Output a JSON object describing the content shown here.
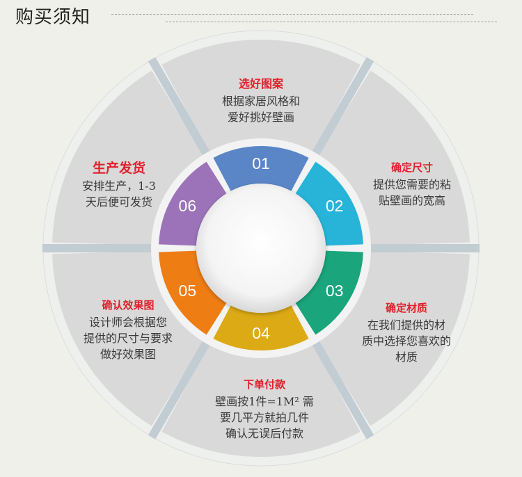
{
  "page": {
    "title": "购买须知"
  },
  "steps": [
    {
      "num": "01",
      "title": "选好图案",
      "lines": [
        "根据家居风格和",
        "爱好挑好壁画"
      ],
      "color": "#5a86c8"
    },
    {
      "num": "02",
      "title": "确定尺寸",
      "lines": [
        "提供您需要的粘",
        "贴壁画的宽高"
      ],
      "color": "#27b4d8"
    },
    {
      "num": "03",
      "title": "确定材质",
      "lines": [
        "在我们提供的材",
        "质中选择您喜欢的",
        "材质"
      ],
      "color": "#1aa57c"
    },
    {
      "num": "04",
      "title": "下单付款",
      "lines": [
        "壁画按1件=1M² 需",
        "要几平方就拍几件",
        "确认无误后付款"
      ],
      "color": "#dcaa14"
    },
    {
      "num": "05",
      "title": "确认效果图",
      "lines": [
        "设计师会根据您",
        "提供的尺寸与要求",
        "做好效果图"
      ],
      "color": "#ee7d14"
    },
    {
      "num": "06",
      "title": "生产发货",
      "lines": [
        "安排生产，1-3",
        "天后便可发货"
      ],
      "color": "#9c73b9"
    }
  ],
  "colors": {
    "segment_fill": "#d9d9d9",
    "outer_ring": "#eef0ee",
    "spoke": "#c2ccd3",
    "title_red": "#e0202a"
  }
}
